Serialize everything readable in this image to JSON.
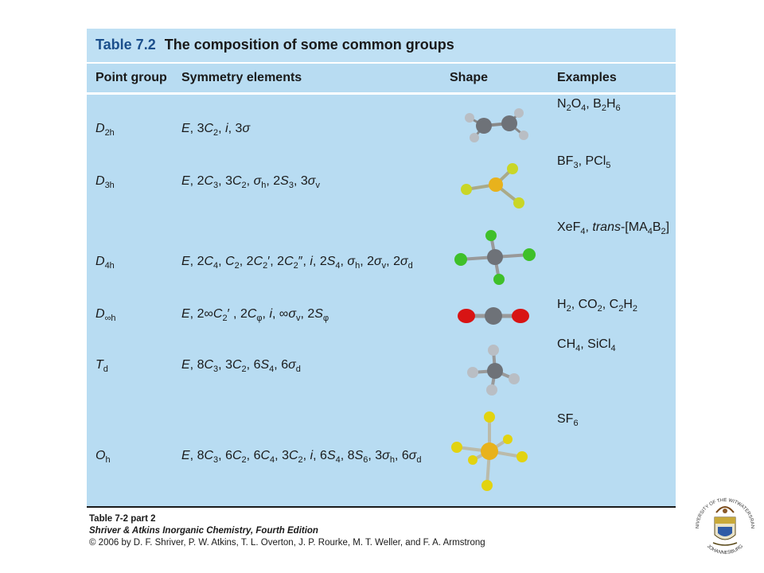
{
  "table": {
    "number": "Table 7.2",
    "title": "The composition of some common groups",
    "headers": {
      "point_group": "Point group",
      "symmetry": "Symmetry elements",
      "shape": "Shape",
      "examples": "Examples"
    },
    "rows": [
      {
        "point_group": "D2h",
        "symmetry": "E, 3C2, i, 3σ",
        "examples": "N2O4, B2H6",
        "shape_icon": "ethene-molecule"
      },
      {
        "point_group": "D3h",
        "symmetry": "E, 2C3, 3C2, σh, 2S3, 3σv",
        "examples": "BF3, PCl5",
        "shape_icon": "trigonal-planar-molecule"
      },
      {
        "point_group": "D4h",
        "symmetry": "E, 2C4, C2, 2C2′, 2C2″, i, 2S4, σh, 2σv, 2σd",
        "examples": "XeF4, trans-[MA4B2]",
        "shape_icon": "square-planar-molecule"
      },
      {
        "point_group": "D∞h",
        "symmetry": "E, 2∞C2′ , 2Cφ, i, ∞σv, 2Sφ",
        "examples": "H2, CO2, C2H2",
        "shape_icon": "linear-molecule"
      },
      {
        "point_group": "Td",
        "symmetry": "E, 8C3, 3C2, 6S4, 6σd",
        "examples": "CH4, SiCl4",
        "shape_icon": "tetrahedral-molecule"
      },
      {
        "point_group": "Oh",
        "symmetry": "E, 8C3, 6C2, 6C4, 3C2, i, 6S4, 8S6, 3σh, 6σd",
        "examples": "SF6",
        "shape_icon": "octahedral-molecule"
      }
    ]
  },
  "caption": {
    "line1": "Table 7-2 part 2",
    "line2": "Shriver & Atkins Inorganic Chemistry, Fourth Edition",
    "line3": "© 2006 by D. F. Shriver, P. W. Atkins, T. L. Overton, J. P. Rourke, M. T. Weller, and F. A. Armstrong"
  },
  "logo": {
    "icon": "university-crest-icon",
    "text_top": "UNIVERSITY OF THE WITWATERSRAND",
    "text_bottom": "JOHANNESBURG"
  },
  "colors": {
    "panel": "#b8dcf2",
    "title_number": "#1b4f8c",
    "carbon": "#6e7278",
    "hydrogen": "#b9bec4",
    "fluorine_yellow": "#c9d627",
    "boron_gold": "#e8b21c",
    "chlorine_green": "#3fc02a",
    "oxygen_red": "#d81414",
    "sulfur_yellow": "#e2d310"
  }
}
